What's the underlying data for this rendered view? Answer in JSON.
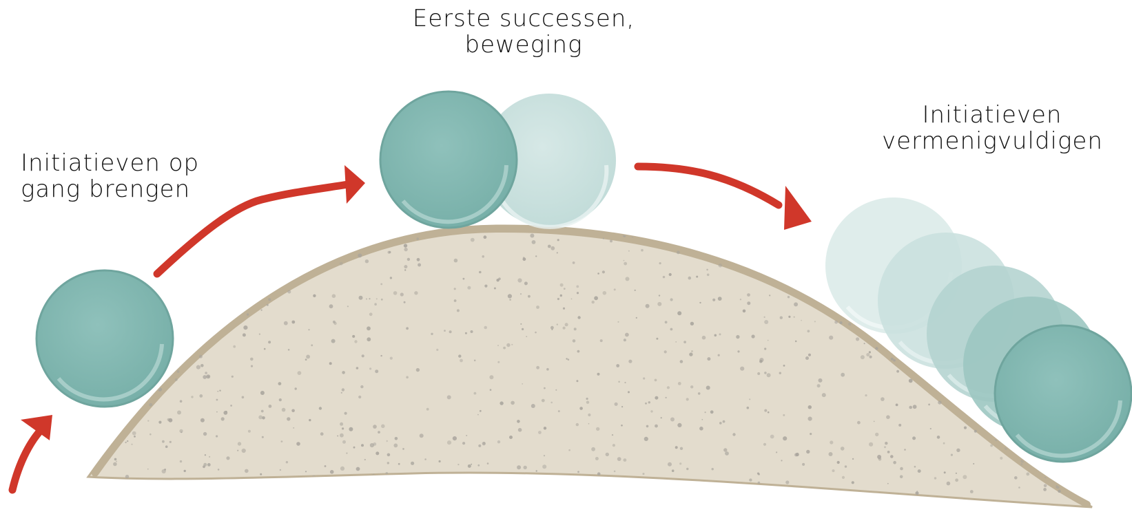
{
  "stages": [
    {
      "lines": [
        "Initiatieven op",
        "gang brengen"
      ]
    },
    {
      "lines": [
        "Eerste successen,",
        "beweging"
      ]
    },
    {
      "lines": [
        "Initiatieven",
        "vermenigvuldigen"
      ]
    }
  ],
  "colors": {
    "ball": "#84b8b2",
    "ball_light": "#c9e0de",
    "ball_edge": "#6fa59e",
    "hill_fill": "#e3dccd",
    "hill_edge": "#bfb196",
    "speckle": "#a8a49c",
    "arrow": "#d0372a",
    "text": "#111111"
  },
  "icons": {
    "ball": "ball-icon",
    "arrow": "arrow-icon"
  }
}
